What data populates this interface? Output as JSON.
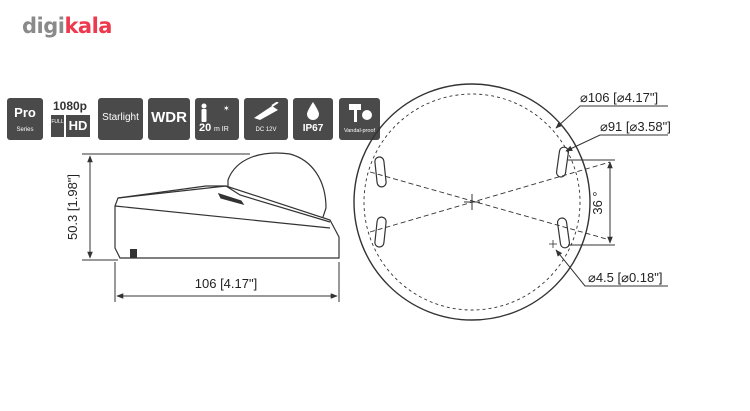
{
  "logo": {
    "part1": "digi",
    "part2": "kala"
  },
  "badges": {
    "pro": {
      "main": "Pro",
      "sub": "Series"
    },
    "fullhd": {
      "main": "1080p",
      "sub1": "FULL",
      "sub2": "HD"
    },
    "starlight": {
      "main": "Starlight"
    },
    "wdr": {
      "main": "WDR"
    },
    "ir": {
      "main": "20",
      "sub": "m IR"
    },
    "dc": {
      "main": "DC 12V"
    },
    "ip": {
      "main": "IP67"
    },
    "vandal": {
      "main": "Vandal-proof"
    }
  },
  "dimensions": {
    "height": "50.3 [1.98\"]",
    "width": "106 [4.17\"]",
    "outer_diameter": "⌀106 [⌀4.17\"]",
    "inner_diameter": "⌀91 [⌀3.58\"]",
    "angle": "36 °",
    "hole": "⌀4.5 [⌀0.18\"]"
  },
  "colors": {
    "badge_bg": "#4a4a4a",
    "logo_gray": "#8a8a8a",
    "logo_red": "#ee384e"
  }
}
